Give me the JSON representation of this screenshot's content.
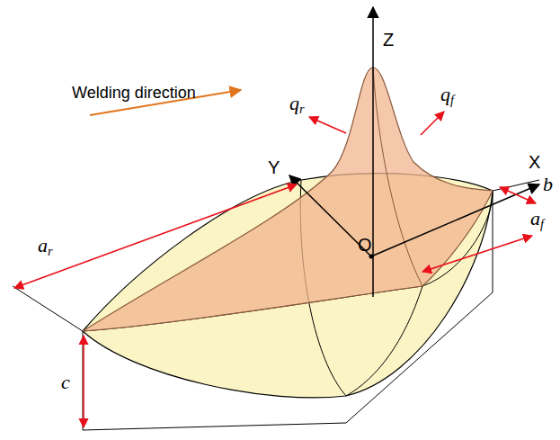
{
  "diagram": {
    "labels": [
      "Welding direction",
      "Z",
      "Y",
      "X",
      "qr",
      "qf",
      "ar",
      "b",
      "af",
      "c",
      "O"
    ]
  }
}
